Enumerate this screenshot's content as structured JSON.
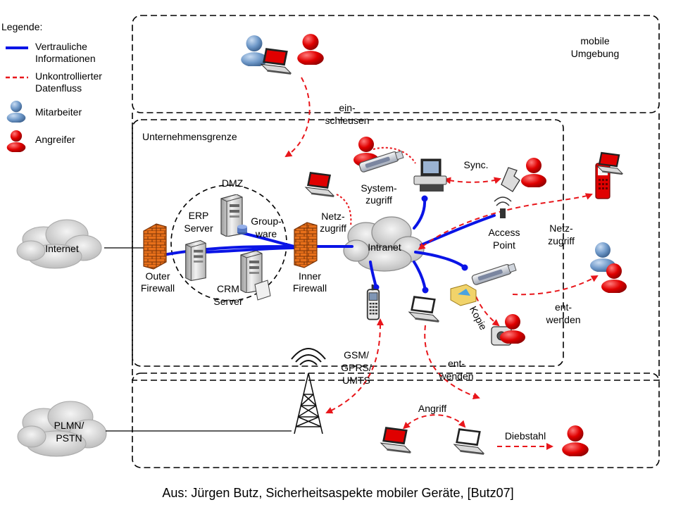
{
  "legend": {
    "title": "Legende:",
    "items": [
      {
        "line1": "Vertrauliche",
        "line2": "Informationen"
      },
      {
        "line1": "Unkontrollierter",
        "line2": "Datenfluss"
      },
      {
        "line1": "Mitarbeiter",
        "line2": ""
      },
      {
        "line1": "Angreifer",
        "line2": ""
      }
    ]
  },
  "zones": {
    "mobile": {
      "line1": "mobile",
      "line2": "Umgebung"
    },
    "company": "Unternehmensgrenze",
    "dmz": "DMZ"
  },
  "nodes": {
    "internet": "Internet",
    "plmn": {
      "line1": "PLMN/",
      "line2": "PSTN"
    },
    "outer_fw": {
      "line1": "Outer",
      "line2": "Firewall"
    },
    "inner_fw": {
      "line1": "Inner",
      "line2": "Firewall"
    },
    "erp": {
      "line1": "ERP",
      "line2": "Server"
    },
    "groupware": {
      "line1": "Group-",
      "line2": "ware"
    },
    "crm": {
      "line1": "CRM",
      "line2": "Server"
    },
    "intranet": "Intranet",
    "access_point": {
      "line1": "Access",
      "line2": "Point"
    }
  },
  "flows": {
    "einschleusen": {
      "line1": "ein-",
      "line2": "schleusen"
    },
    "systemzugriff": {
      "line1": "System-",
      "line2": "zugriff"
    },
    "sync": "Sync.",
    "netzzugriff_inner": {
      "line1": "Netz-",
      "line2": "zugriff"
    },
    "netzzugriff_outer": {
      "line1": "Netz-",
      "line2": "zugriff"
    },
    "kopie": "Kopie",
    "entwenden_right": {
      "line1": "ent-",
      "line2": "wenden"
    },
    "entwenden_bottom": {
      "line1": "ent-",
      "line2": "wenden"
    },
    "gsm": {
      "line1": "GSM/",
      "line2": "GPRS/",
      "line3": "UMTS"
    },
    "angriff": "Angriff",
    "diebstahl": "Diebstahl"
  },
  "citation": "Aus: Jürgen Butz, Sicherheitsaspekte mobiler Geräte, [Butz07]",
  "colors": {
    "confidential": "#0a14e6",
    "uncontrolled": "#e8161b",
    "employee": "#6f99c9",
    "attacker": "#e00000"
  }
}
